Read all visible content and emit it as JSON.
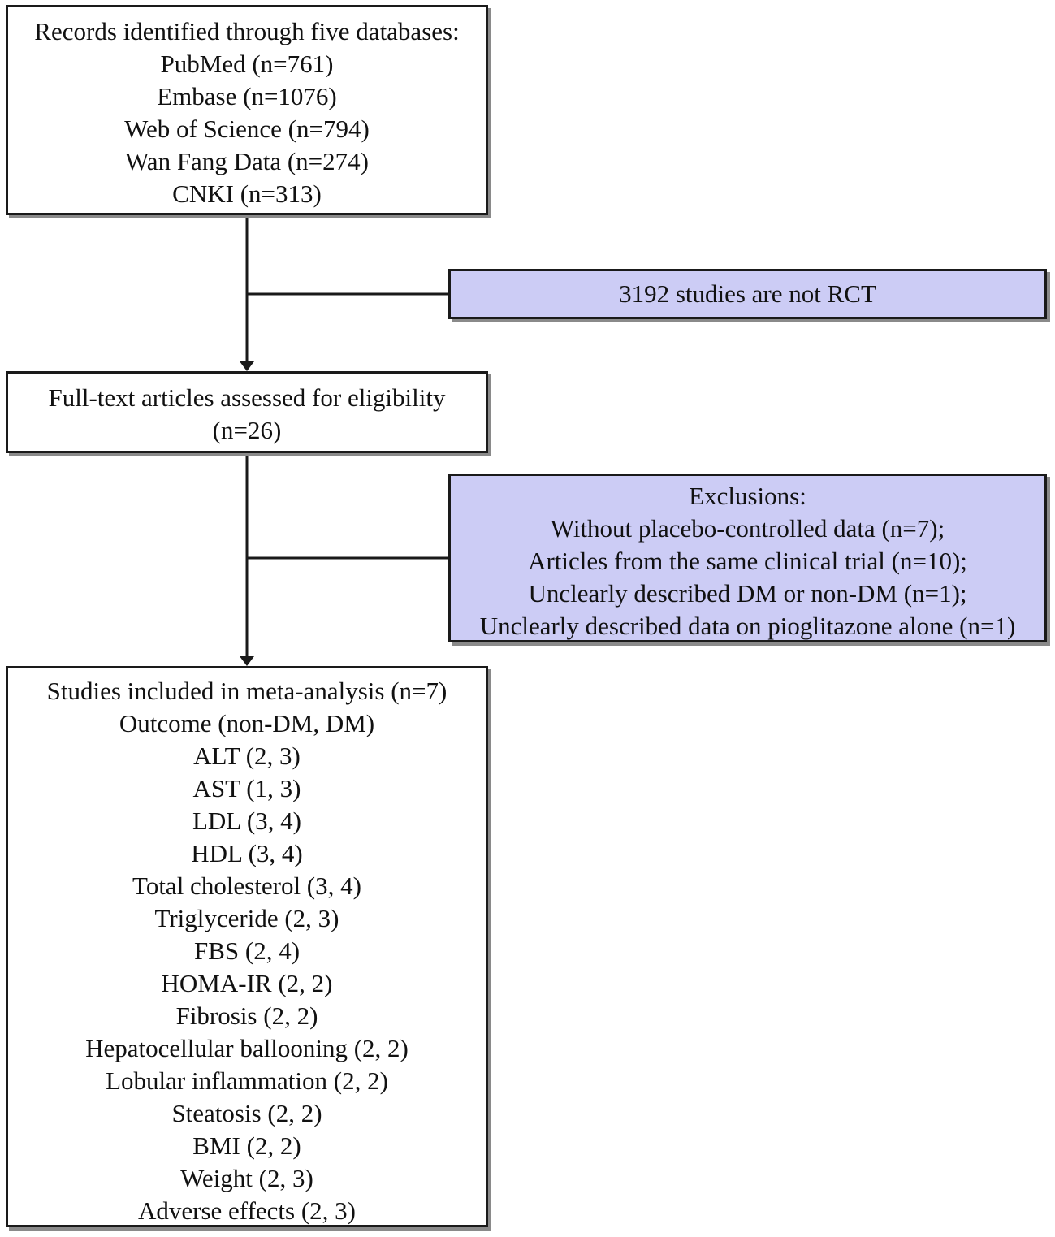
{
  "flow": {
    "identification": {
      "title": "Records identified through five databases:",
      "lines": [
        "PubMed (n=761)",
        "Embase (n=1076)",
        "Web of Science (n=794)",
        "Wan Fang Data (n=274)",
        "CNKI (n=313)"
      ]
    },
    "exclusion_1": {
      "text": "3192 studies are not RCT"
    },
    "eligibility": {
      "lines": [
        "Full-text articles assessed for eligibility",
        "(n=26)"
      ]
    },
    "exclusion_2": {
      "title": "Exclusions:",
      "lines": [
        "Without placebo-controlled data (n=7);",
        "Articles from the same clinical trial (n=10);",
        "Unclearly described DM or non-DM (n=1);",
        "Unclearly described data on pioglitazone alone (n=1)"
      ]
    },
    "included": {
      "title": "Studies included in meta-analysis (n=7)",
      "subtitle": "Outcome (non-DM, DM)",
      "outcomes": [
        "ALT (2, 3)",
        "AST (1, 3)",
        "LDL (3, 4)",
        "HDL (3, 4)",
        "Total cholesterol (3, 4)",
        "Triglyceride (2, 3)",
        "FBS (2, 4)",
        "HOMA-IR (2, 2)",
        "Fibrosis (2, 2)",
        "Hepatocellular ballooning (2, 2)",
        "Lobular inflammation (2, 2)",
        "Steatosis (2, 2)",
        "BMI (2, 2)",
        "Weight (2, 3)",
        "Adverse effects (2, 3)"
      ]
    }
  },
  "colors": {
    "shaded_box": "#ccccf5",
    "border": "#1a1a1a",
    "shadow": "#8a8a8a"
  }
}
